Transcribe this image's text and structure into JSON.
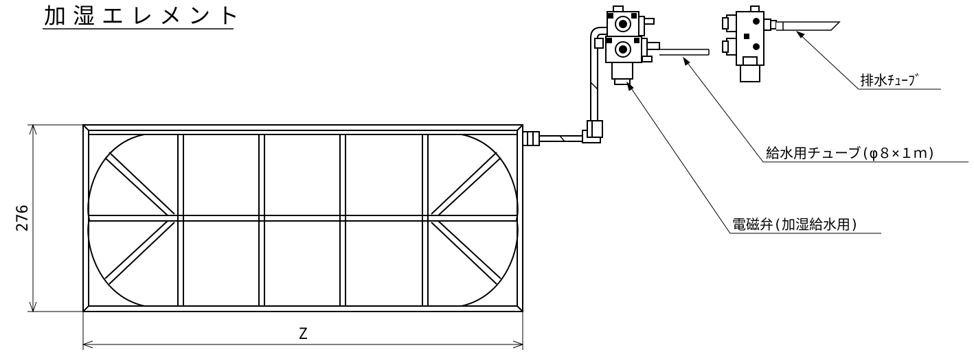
{
  "title": "加湿エレメント",
  "dimensions": {
    "height_label": "276",
    "width_label": "Z"
  },
  "callouts": {
    "drain_tube": "排水ﾁｭｰﾌﾞ",
    "supply_tube": "給水用チューブ(φ８×１ｍ)",
    "solenoid_valve": "電磁弁(加湿給水用)"
  }
}
